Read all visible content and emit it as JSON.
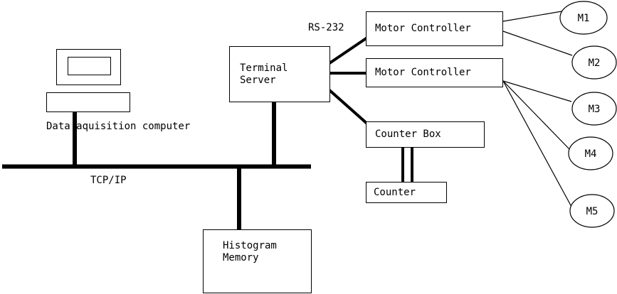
{
  "diagram": {
    "title": "Data acquisition system block diagram",
    "type": "block-diagram",
    "stroke_color": "#000000",
    "background_color": "#ffffff",
    "nodes": {
      "computer": {
        "label": "Data aquisition computer",
        "shape": "monitor"
      },
      "terminal_server": {
        "label": "Terminal\nServer",
        "line1": "Terminal",
        "line2": "Server",
        "shape": "rect"
      },
      "motor_controller_1": {
        "label": "Motor Controller",
        "shape": "rect"
      },
      "motor_controller_2": {
        "label": "Motor Controller",
        "shape": "rect"
      },
      "counter_box": {
        "label": "Counter Box",
        "shape": "rect"
      },
      "counter": {
        "label": "Counter",
        "shape": "rect"
      },
      "histogram_memory": {
        "label": "Histogram\nMemory",
        "line1": "Histogram",
        "line2": "Memory",
        "shape": "rect"
      },
      "motors": [
        {
          "label": "M1",
          "shape": "ellipse"
        },
        {
          "label": "M2",
          "shape": "ellipse"
        },
        {
          "label": "M3",
          "shape": "ellipse"
        },
        {
          "label": "M4",
          "shape": "ellipse"
        },
        {
          "label": "M5",
          "shape": "ellipse"
        }
      ]
    },
    "link_labels": {
      "rs232": "RS-232",
      "tcpip": "TCP/IP"
    },
    "connections": [
      {
        "from": "computer",
        "to": "tcpip_bus",
        "style": "thick"
      },
      {
        "from": "terminal_server",
        "to": "tcpip_bus",
        "style": "thick"
      },
      {
        "from": "histogram_memory",
        "to": "tcpip_bus",
        "style": "thick"
      },
      {
        "from": "terminal_server",
        "to": "motor_controller_1",
        "style": "thick",
        "label": "RS-232"
      },
      {
        "from": "terminal_server",
        "to": "motor_controller_2",
        "style": "thick"
      },
      {
        "from": "terminal_server",
        "to": "counter_box",
        "style": "thick"
      },
      {
        "from": "counter_box",
        "to": "counter",
        "style": "thick-double"
      },
      {
        "from": "motor_controller_1",
        "to": "M1",
        "style": "thin"
      },
      {
        "from": "motor_controller_1",
        "to": "M2",
        "style": "thin"
      },
      {
        "from": "motor_controller_2",
        "to": "M3",
        "style": "thin"
      },
      {
        "from": "motor_controller_2",
        "to": "M4",
        "style": "thin"
      },
      {
        "from": "motor_controller_2",
        "to": "M5",
        "style": "thin"
      }
    ]
  }
}
